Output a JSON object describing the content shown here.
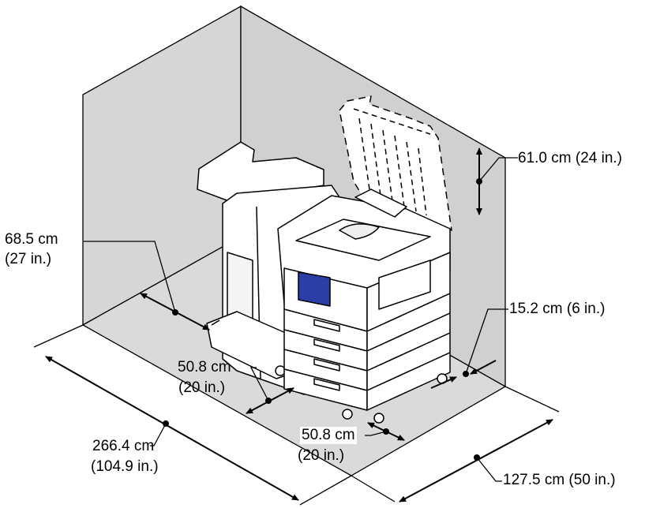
{
  "dimensions": {
    "top_clearance": {
      "text": "61.0 cm (24 in.)"
    },
    "rear_clearance": {
      "text": "15.2 cm (6 in.)"
    },
    "left_clearance": {
      "line1": "68.5 cm",
      "line2": "(27 in.)"
    },
    "front_clearance_1": {
      "line1": "50.8 cm",
      "line2": "(20 in.)"
    },
    "front_clearance_2": {
      "line1": "50.8 cm",
      "line2": "(20 in.)"
    },
    "total_width": {
      "line1": "266.4 cm",
      "line2": "(104.9 in.)"
    },
    "total_depth": {
      "text": "127.5 cm (50 in.)"
    }
  },
  "colors": {
    "room_fill": "#d6d6d6",
    "line": "#000000",
    "panel_accent": "#2b3ea8"
  }
}
